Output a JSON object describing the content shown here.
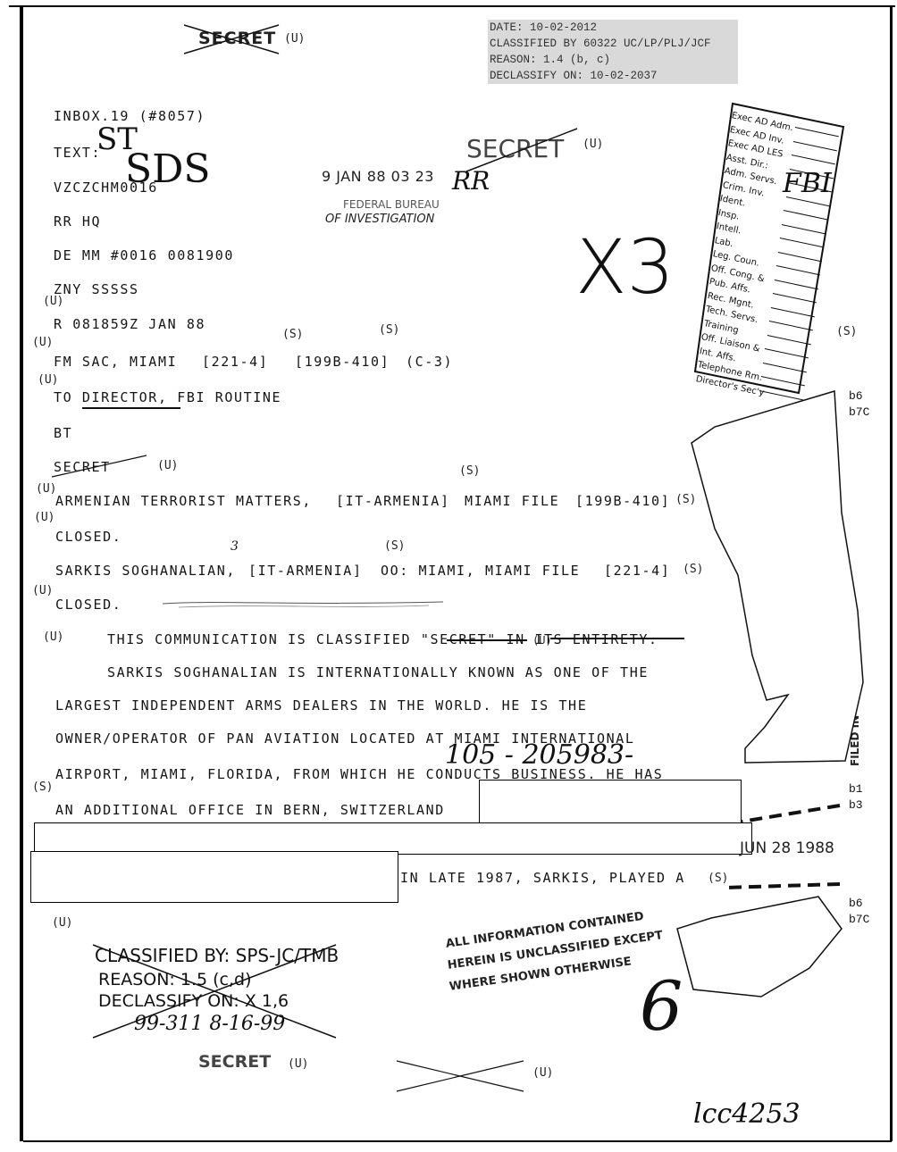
{
  "declassification": {
    "date": "DATE: 10-02-2012",
    "classified_by": "CLASSIFIED BY 60322 UC/LP/PLJ/JCF",
    "reason": "REASON: 1.4 (b, c)",
    "declassify_on": "DECLASSIFY ON: 10-02-2037"
  },
  "stamps": {
    "secret_top": "SECRET",
    "secret_mid": "SECRET",
    "secret_small": "SECRET",
    "secret_bottom": "SECRET",
    "received_date": "9 JAN 88  03 23",
    "received_bureau": "FEDERAL BUREAU",
    "received_investigation": "OF INVESTIGATION",
    "info_line1": "ALL INFORMATION CONTAINED",
    "info_line2": "HEREIN IS UNCLASSIFIED EXCEPT",
    "info_line3": "WHERE SHOWN OTHERWISE",
    "filed_date": "JUN 28 1988",
    "filed_label": "FILED IN"
  },
  "header": {
    "inbox": "INBOX.19 (#8057)",
    "text_label": "TEXT:",
    "routing_code": "VZCZCHM0016",
    "rr": "RR HQ",
    "de": "DE MM #0016 0081900",
    "zny": "ZNY SSSSS",
    "r": "R 081859Z JAN 88",
    "fm": "FM SAC, MIAMI",
    "fm_file1": "[221-4]",
    "fm_file2": "[199B-410]",
    "fm_c3": "(C-3)",
    "to": "TO DIRECTOR, FBI ROUTINE",
    "bt": "BT",
    "secret_line": "SECRET"
  },
  "subjects": {
    "line1_a": "ARMENIAN TERRORIST MATTERS,",
    "line1_b": "[IT-ARMENIA]",
    "line1_c": "MIAMI FILE",
    "line1_d": "[199B-410]",
    "line2": "CLOSED.",
    "line3_a": "SARKIS SOGHANALIAN,",
    "line3_b": "[IT-ARMENIA]",
    "line3_c": "OO: MIAMI, MIAMI FILE",
    "line3_d": "[221-4]",
    "line4": "CLOSED."
  },
  "body": {
    "p1": "THIS COMMUNICATION IS CLASSIFIED \"SECRET\" IN ITS ENTIRETY.",
    "l1": "SARKIS SOGHANALIAN IS INTERNATIONALLY KNOWN AS ONE OF THE",
    "l2": "LARGEST INDEPENDENT ARMS DEALERS IN THE WORLD.  HE IS THE",
    "l3": "OWNER/OPERATOR OF PAN AVIATION LOCATED AT MIAMI INTERNATIONAL",
    "l4": "AIRPORT, MIAMI, FLORIDA, FROM WHICH HE CONDUCTS BUSINESS.  HE HAS",
    "l5": "AN ADDITIONAL OFFICE IN BERN, SWITZERLAND",
    "l6": "IN LATE 1987, SARKIS, PLAYED A"
  },
  "markers": {
    "u": "(U)",
    "s": "(S)",
    "s_small": "(S)"
  },
  "exemptions": {
    "top": [
      "b6",
      "b7C"
    ],
    "mid": [
      "b1",
      "b3"
    ],
    "bottom": [
      "b6",
      "b7C"
    ]
  },
  "routing_slip": {
    "items": [
      "Exec AD Adm.",
      "Exec AD Inv.",
      "Exec AD LES",
      "Asst. Dir.:",
      "Adm. Servs.",
      "Crim. Inv.",
      "Ident.",
      "Insp.",
      "Intell.",
      "Lab.",
      "Leg. Coun.",
      "Off. Cong. &",
      "Pub. Affs.",
      "Rec. Mgnt.",
      "Tech. Servs.",
      "Training",
      "Off. Liaison &",
      "Int. Affs.",
      "Telephone Rm.",
      "Director's Sec'y"
    ]
  },
  "handwriting": {
    "st": "ST",
    "sds": "SDS",
    "rr": "RR",
    "x3": "X3",
    "fbi": "FBI",
    "file_number": "105 - 205983-",
    "six": "6",
    "serial": "lcc4253",
    "classified_by": "CLASSIFIED BY: SPS-JC/TMB",
    "reason": "REASON: 1.5 (c,d)",
    "declassify": "DECLASSIFY ON: X 1,6",
    "date_line": "99-311  8-16-99",
    "three": "3"
  },
  "colors": {
    "paper": "#ffffff",
    "ink": "#111111",
    "declass_box": "#d9d9d9"
  }
}
